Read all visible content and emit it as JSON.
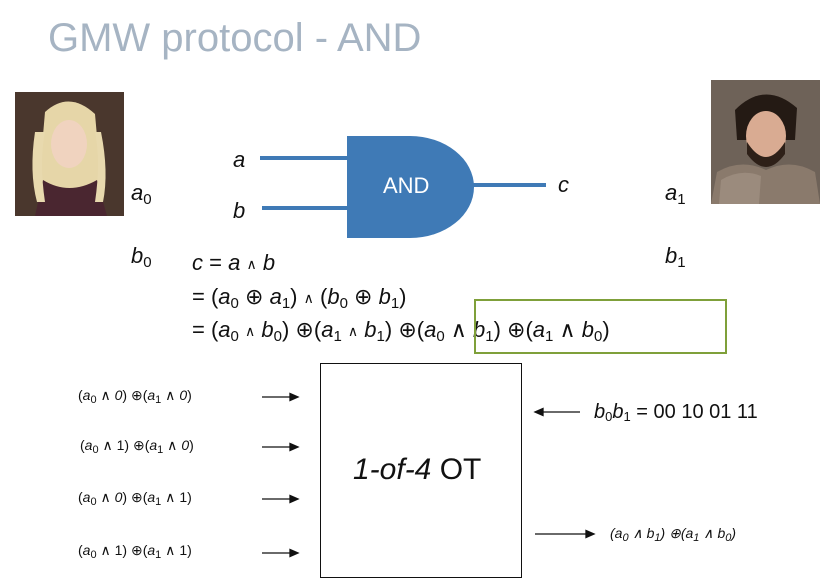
{
  "title": "GMW protocol - AND",
  "colors": {
    "title": "#a6b4c3",
    "gate": "#3f7ab6",
    "highlight": "#7fa03a"
  },
  "portraits": {
    "left": "portrait-photo",
    "right": "portrait-photo"
  },
  "left_party": {
    "a": "a",
    "a_sub": "0",
    "b": "b",
    "b_sub": "0"
  },
  "right_party": {
    "a": "a",
    "a_sub": "1",
    "b": "b",
    "b_sub": "1"
  },
  "gate": {
    "label": "AND",
    "input_a": "a",
    "input_b": "b",
    "output": "c"
  },
  "equations": [
    "c = a ∧ b",
    "= (a0 ⊕ a1) ∧ (b0 ⊕ b1)",
    "= (a0 ∧ b0) ⊕(a1 ∧ b1) ⊕(a0 ∧ b1) ⊕(a1 ∧ b0)"
  ],
  "ot": {
    "label_italic": "1-of-4",
    "label_rest": " OT",
    "inputs": [
      {
        "a0_bit": "0",
        "a1_bit": "0"
      },
      {
        "a0_bit": "1",
        "a1_bit": "0"
      },
      {
        "a0_bit": "0",
        "a1_bit": "1"
      },
      {
        "a0_bit": "1",
        "a1_bit": "1"
      }
    ],
    "choice_values": "= 00 10 01 11",
    "output": "(a0 ∧ b1) ⊕(a1 ∧ b0)"
  }
}
